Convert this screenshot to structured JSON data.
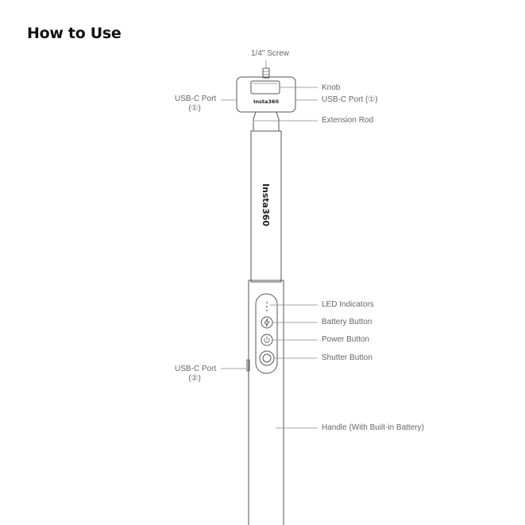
{
  "title": "How to Use",
  "brand": "Insta360",
  "labels": {
    "screw": "1/4\" Screw",
    "knob": "Knob",
    "usbc_top_right": "USB-C Port",
    "usbc_top_right_num": "(①)",
    "usbc_top_left": "USB-C Port",
    "usbc_top_left_num": "(①)",
    "extension_rod": "Extension Rod",
    "led": "LED Indicators",
    "battery_button": "Battery Button",
    "power_button": "Power Button",
    "shutter_button": "Shutter Button",
    "usbc_bottom_left": "USB-C Port",
    "usbc_bottom_left_num": "(②)",
    "handle": "Handle (With Built-in Battery)"
  },
  "colors": {
    "outline": "#555555",
    "leader": "#888888",
    "text": "#666666"
  },
  "icons": {
    "battery": "lightning-icon",
    "power": "power-icon",
    "shutter": "shutter-icon"
  }
}
